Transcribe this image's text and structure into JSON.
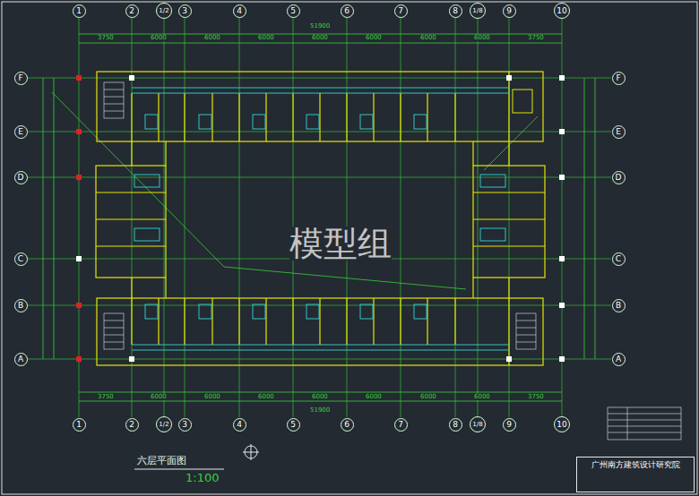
{
  "diagram": {
    "title": "六层平面图",
    "nodes": [
      {
        "text": [
          "1"
        ]
      },
      {
        "text": [
          "2"
        ]
      },
      {
        "text": [
          "1/2"
        ]
      },
      {
        "text": [
          "3"
        ]
      },
      {
        "text": [
          "4"
        ]
      },
      {
        "text": [
          "5"
        ]
      },
      {
        "text": [
          "6"
        ]
      },
      {
        "text": [
          "7"
        ]
      },
      {
        "text": [
          "8"
        ]
      },
      {
        "text": [
          "1/8"
        ]
      },
      {
        "text": [
          "9"
        ]
      },
      {
        "text": [
          "10"
        ]
      },
      {
        "text": [
          "F"
        ]
      },
      {
        "text": [
          "E"
        ]
      },
      {
        "text": [
          "D"
        ]
      },
      {
        "text": [
          "C"
        ]
      },
      {
        "text": [
          "B"
        ]
      },
      {
        "text": [
          "A"
        ]
      },
      {
        "text": [
          "F"
        ]
      },
      {
        "text": [
          "E"
        ]
      },
      {
        "text": [
          "D"
        ]
      },
      {
        "text": [
          "C"
        ]
      },
      {
        "text": [
          "B"
        ]
      },
      {
        "text": [
          "A"
        ]
      },
      {
        "text": [
          "1"
        ]
      },
      {
        "text": [
          "2"
        ]
      },
      {
        "text": [
          "1/2"
        ]
      },
      {
        "text": [
          "3"
        ]
      },
      {
        "text": [
          "4"
        ]
      },
      {
        "text": [
          "5"
        ]
      },
      {
        "text": [
          "6"
        ]
      },
      {
        "text": [
          "7"
        ]
      },
      {
        "text": [
          "8"
        ]
      },
      {
        "text": [
          "1/8"
        ]
      },
      {
        "text": [
          "9"
        ]
      },
      {
        "text": [
          "10"
        ]
      },
      {
        "text": [
          "广州南方建筑设计研究院"
        ]
      }
    ],
    "labels": [
      "模型组",
      "1:100",
      "51900",
      "3750",
      "6000",
      "6000",
      "6000",
      "6000",
      "6000",
      "6000",
      "6000",
      "3750",
      "51900",
      "3750",
      "6000",
      "6000",
      "6000",
      "6000",
      "6000",
      "6000",
      "6000",
      "3750"
    ]
  }
}
